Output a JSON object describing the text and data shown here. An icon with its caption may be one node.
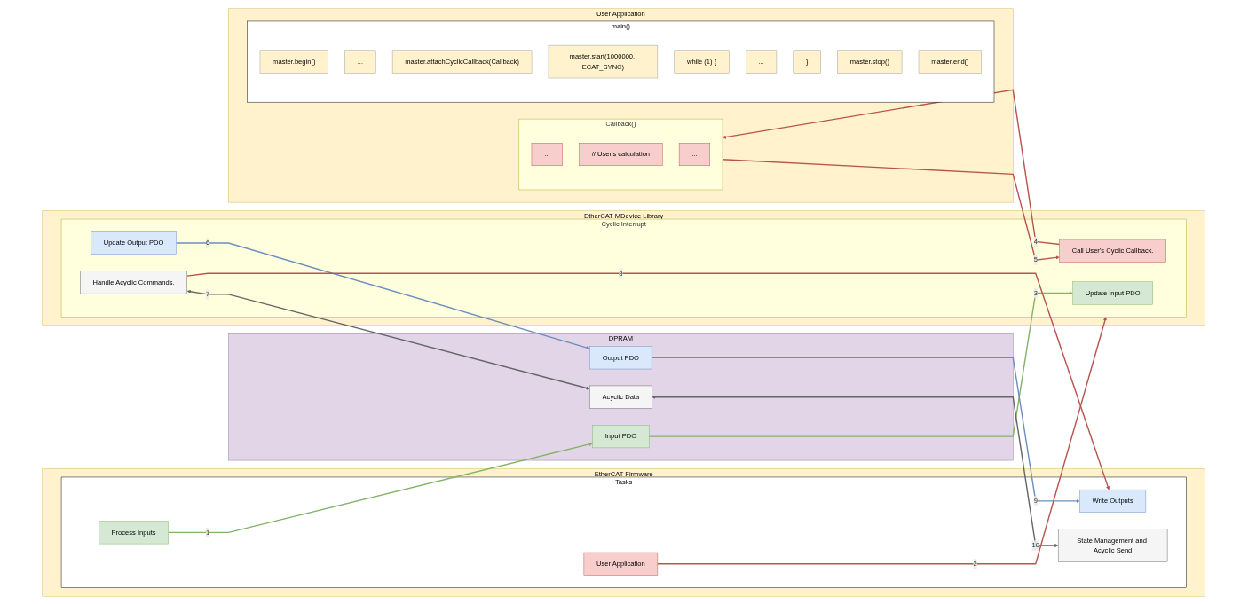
{
  "diagram": {
    "nodes": [
      {
        "text": [
          "User Application"
        ]
      },
      {
        "text": [
          "Callback()"
        ],
        "in": 0
      },
      {
        "text": [
          "..."
        ],
        "in": 1
      },
      {
        "text": [
          "// User's calculation"
        ],
        "in": 1
      },
      {
        "text": [
          "..."
        ],
        "in": 1
      },
      {
        "text": [
          "main()"
        ],
        "in": 0
      },
      {
        "text": [
          "master.begin()"
        ],
        "in": 5
      },
      {
        "text": [
          "..."
        ],
        "in": 5
      },
      {
        "text": [
          "master.attachCyclicCallback(Callback)"
        ],
        "in": 5
      },
      {
        "text": [
          "master.start(1000000, ECAT_SYNC)"
        ],
        "in": 5
      },
      {
        "text": [
          "while (1) {"
        ],
        "in": 5
      },
      {
        "text": [
          "..."
        ],
        "in": 5
      },
      {
        "text": [
          "}"
        ],
        "in": 5
      },
      {
        "text": [
          "master.stop()"
        ],
        "in": 5
      },
      {
        "text": [
          "master.end()"
        ],
        "in": 5
      },
      {
        "text": [
          "EtherCAT MDevice Library"
        ]
      },
      {
        "text": [
          "Cyclic Interrupt"
        ],
        "in": 15
      },
      {
        "text": [
          "Update Input PDO"
        ],
        "in": 16
      },
      {
        "text": [
          "Call User's Cyclic Callback."
        ],
        "in": 16
      },
      {
        "text": [
          "Update Output PDO"
        ],
        "in": 16
      },
      {
        "text": [
          "Handle Acyclic Commands."
        ],
        "in": 16
      },
      {
        "text": [
          "DPRAM"
        ]
      },
      {
        "text": [
          "Input PDO"
        ],
        "in": 21
      },
      {
        "text": [
          "Output PDO"
        ],
        "in": 21
      },
      {
        "text": [
          "Acyclic Data"
        ],
        "in": 21
      },
      {
        "text": [
          "EtherCAT Firmware"
        ]
      },
      {
        "text": [
          "Tasks"
        ],
        "in": 25
      },
      {
        "text": [
          "Process Inputs"
        ],
        "in": 26
      },
      {
        "text": [
          "User Application"
        ],
        "in": 26
      },
      {
        "text": [
          "Write Outputs"
        ],
        "in": 26
      },
      {
        "text": [
          "State Management and Acyclic Send"
        ],
        "in": 26
      }
    ],
    "edges": [
      {
        "from": 27,
        "to": 22,
        "arrow": "to",
        "label": "1",
        "color": "#82b366"
      },
      {
        "from": 28,
        "to": 16,
        "arrow": "to",
        "label": "2"
      },
      {
        "from": 22,
        "to": 17,
        "arrow": "to",
        "label": "3",
        "color": "#82b366"
      },
      {
        "from": 18,
        "to": 1,
        "arrow": "to",
        "label": "4"
      },
      {
        "from": 1,
        "to": 18,
        "arrow": "to",
        "label": "5"
      },
      {
        "from": 19,
        "to": 23,
        "arrow": "to",
        "label": "6",
        "color": "#6c8ebf"
      },
      {
        "from": 20,
        "to": 24,
        "arrow": "both",
        "label": "7",
        "color": "#666666"
      },
      {
        "from": 20,
        "to": 29,
        "arrow": "to",
        "label": "8"
      },
      {
        "from": 23,
        "to": 29,
        "arrow": "to",
        "label": "9",
        "color": "#6c8ebf"
      },
      {
        "from": 24,
        "to": 30,
        "arrow": "both",
        "label": "10",
        "color": "#666666"
      }
    ]
  }
}
